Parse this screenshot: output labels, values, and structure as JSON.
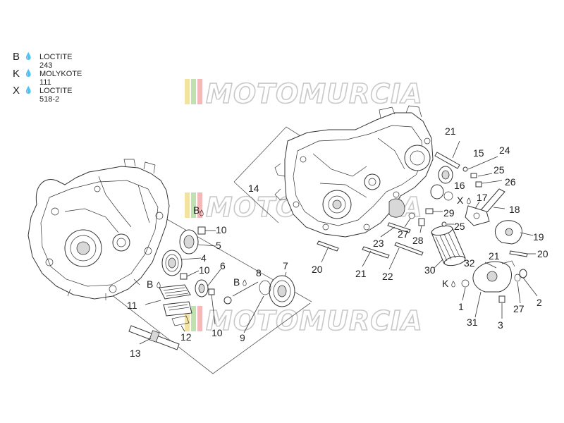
{
  "legend": [
    {
      "letter": "B",
      "text": "LOCTITE 243"
    },
    {
      "letter": "K",
      "text": "MOLYKOTE 111"
    },
    {
      "letter": "X",
      "text": "LOCTITE 518-2"
    }
  ],
  "watermark": "MOTOMURCIA",
  "colors": {
    "watermark_bars": [
      "#f3e3a0",
      "#bfe3b0",
      "#f4b8b8"
    ],
    "line": "#333333"
  },
  "icons": {
    "drop": "droplet-icon"
  },
  "compound_marks": {
    "b1": "B",
    "b2": "B",
    "b3": "B",
    "k1": "K",
    "x1": "X"
  },
  "callouts": {
    "c1": "1",
    "c2": "2",
    "c3": "3",
    "c4": "4",
    "c5": "5",
    "c6": "6",
    "c7": "7",
    "c8": "8",
    "c9": "9",
    "c10a": "10",
    "c10b": "10",
    "c10c": "10",
    "c11": "11",
    "c12": "12",
    "c13": "13",
    "c14": "14",
    "c15": "15",
    "c16": "16",
    "c17": "17",
    "c18": "18",
    "c19": "19",
    "c20a": "20",
    "c20b": "20",
    "c21a": "21",
    "c21b": "21",
    "c21c": "21",
    "c22": "22",
    "c23": "23",
    "c24": "24",
    "c25a": "25",
    "c25b": "25",
    "c26": "26",
    "c27a": "27",
    "c27b": "27",
    "c28": "28",
    "c29": "29",
    "c30": "30",
    "c31": "31",
    "c32": "32"
  }
}
